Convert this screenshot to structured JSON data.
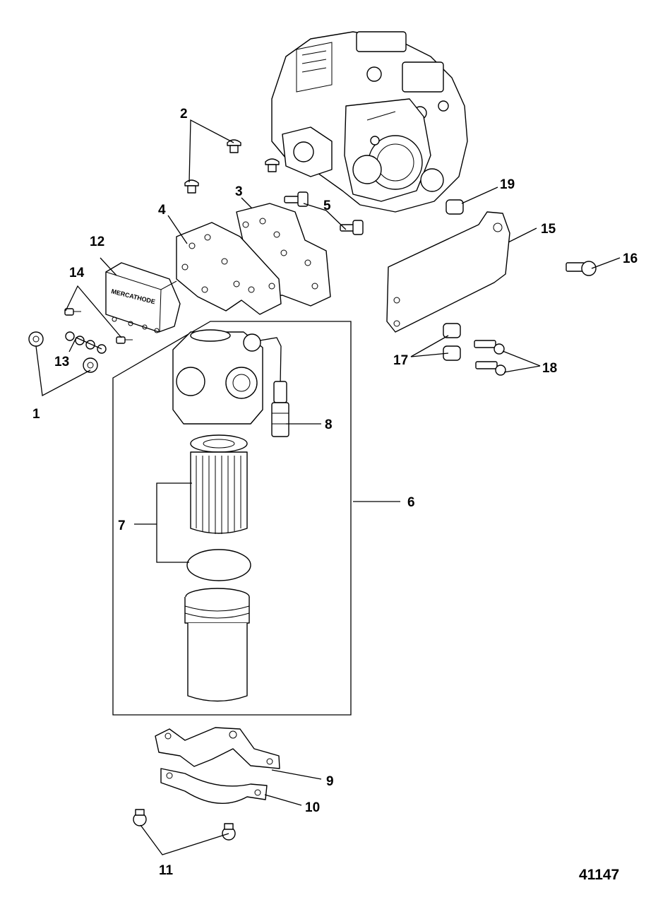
{
  "figure_number": "41147",
  "module_label": "MERCATHODE",
  "callouts": [
    "1",
    "2",
    "3",
    "4",
    "5",
    "6",
    "7",
    "8",
    "9",
    "10",
    "11",
    "12",
    "13",
    "14",
    "15",
    "16",
    "17",
    "18",
    "19"
  ]
}
